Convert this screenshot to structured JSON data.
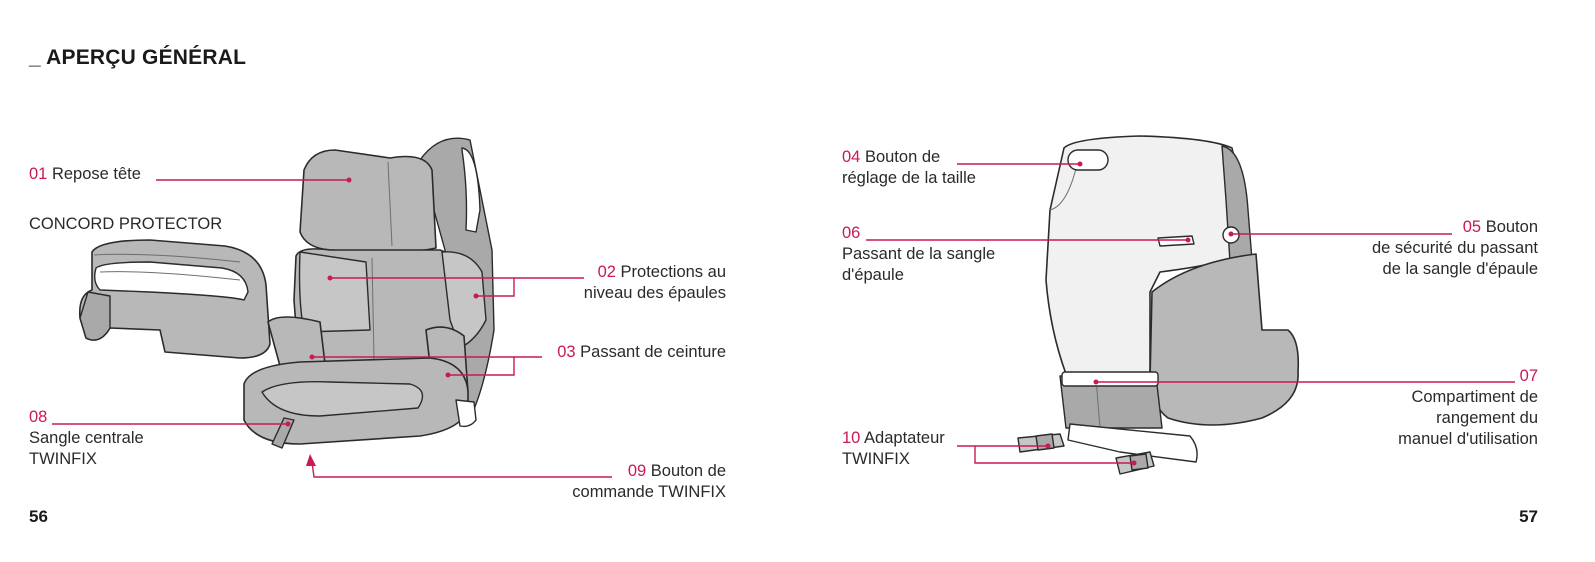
{
  "header": {
    "title": "_ APERÇU GÉNÉRAL"
  },
  "left_page": {
    "page_number": "56",
    "product_name": "CONCORD PROTECTOR",
    "callouts": [
      {
        "num": "01",
        "lines": [
          "Repose tête"
        ]
      },
      {
        "num": "02",
        "lines": [
          "Protections au",
          "niveau des épaules"
        ]
      },
      {
        "num": "03",
        "lines": [
          "Passant de ceinture"
        ]
      },
      {
        "num": "08",
        "lines": [
          "",
          "Sangle centrale",
          "TWINFIX"
        ]
      },
      {
        "num": "09",
        "lines": [
          "Bouton de",
          "commande TWINFIX"
        ]
      }
    ]
  },
  "right_page": {
    "page_number": "57",
    "callouts": [
      {
        "num": "04",
        "lines": [
          "Bouton de",
          "réglage de la taille"
        ]
      },
      {
        "num": "05",
        "lines": [
          "Bouton",
          "de sécurité du passant",
          "de la sangle d'épaule"
        ]
      },
      {
        "num": "06",
        "lines": [
          "",
          "Passant de la sangle",
          "d'épaule"
        ]
      },
      {
        "num": "07",
        "lines": [
          "",
          "Compartiment de",
          "rangement du",
          "manuel d'utilisation"
        ]
      },
      {
        "num": "10",
        "lines": [
          "Adaptateur",
          "TWINFIX"
        ]
      }
    ]
  },
  "colors": {
    "accent": "#c8195a",
    "seat_fabric": "#b8b8b8",
    "shell": "#f1f1f1"
  }
}
